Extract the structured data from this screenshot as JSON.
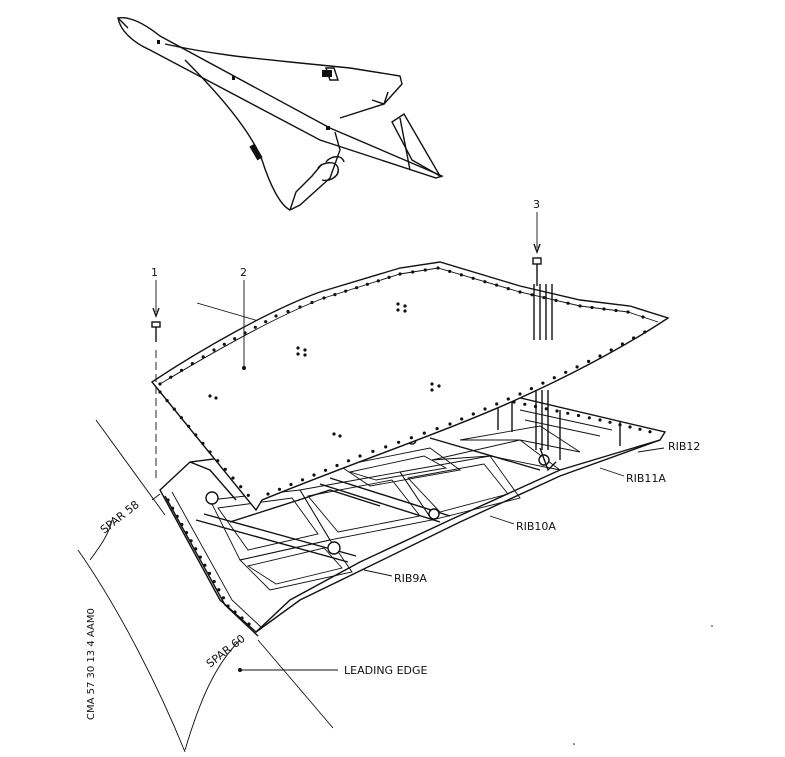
{
  "callouts": {
    "fastener_left": "1",
    "panel": "2",
    "fastener_right": "3"
  },
  "labels": {
    "rib12": "RIB12",
    "rib11a": "RIB11A",
    "rib10a": "RIB10A",
    "rib9a": "RIB9A",
    "spar58": "SPAR 58",
    "spar60": "SPAR 60",
    "leading_edge": "LEADING EDGE"
  },
  "figure_code": "CMA 57 30 13 4 AAM0"
}
